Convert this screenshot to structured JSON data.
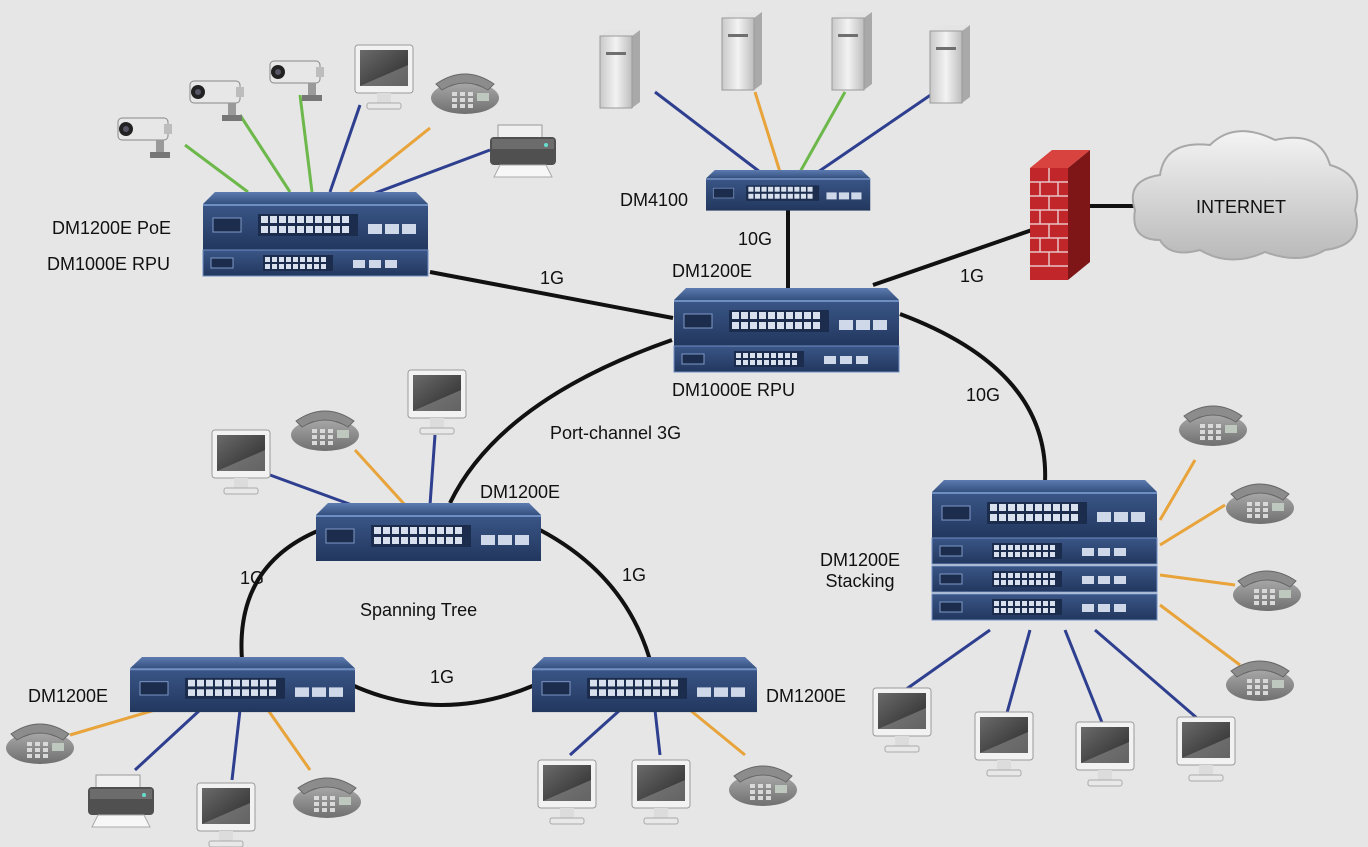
{
  "colors": {
    "background": "#e6e6e6",
    "switch_body": "#2f4a77",
    "switch_top": "#4b6aa0",
    "link_trunk": "#111111",
    "link_green": "#6db84a",
    "link_orange": "#e8a43a",
    "link_blue": "#2e3f8f",
    "firewall_brick": "#c0262a",
    "cloud": "#d2d2d2"
  },
  "devices": {
    "dm1200e_poe": "DM1200E PoE",
    "dm1000e_rpu_left": "DM1000E RPU",
    "dm4100": "DM4100",
    "dm1200e_core": "DM1200E",
    "dm1000e_rpu_core": "DM1000E RPU",
    "dm1200e_ring_top": "DM1200E",
    "dm1200e_ring_left": "DM1200E",
    "dm1200e_ring_right": "DM1200E",
    "dm1200e_stacking": "DM1200E\nStacking",
    "internet": "INTERNET"
  },
  "links": {
    "poe_to_core": "1G",
    "dm4100_to_core": "10G",
    "firewall_to_core": "1G",
    "core_to_stack": "10G",
    "port_channel": "Port-channel 3G",
    "ring_left": "1G",
    "ring_right": "1G",
    "ring_bottom": "1G"
  },
  "labels": {
    "spanning_tree": "Spanning Tree"
  },
  "icons": [
    "ip-camera-icon",
    "monitor-icon",
    "ip-phone-icon",
    "printer-icon",
    "server-icon",
    "firewall-icon",
    "cloud-icon",
    "switch-icon"
  ]
}
